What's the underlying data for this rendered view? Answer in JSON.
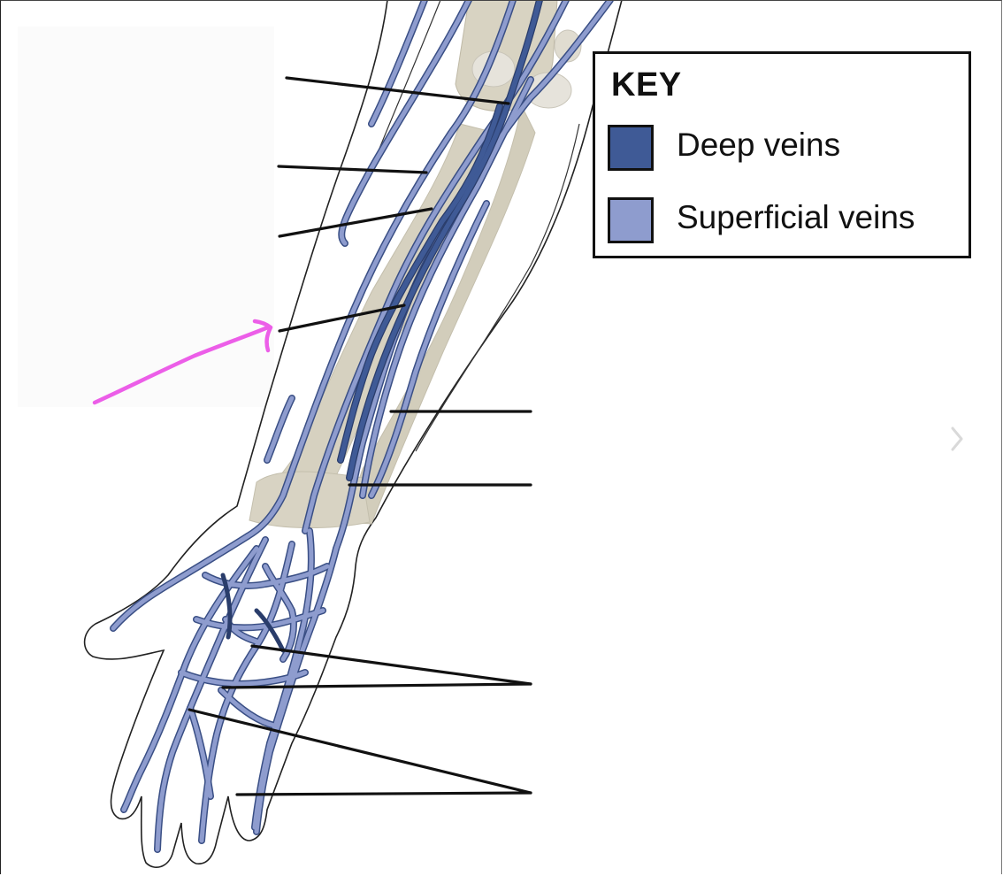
{
  "key": {
    "title": "KEY",
    "items": [
      {
        "label": "Deep veins",
        "color": "#3f5a96"
      },
      {
        "label": "Superficial veins",
        "color": "#8e9cce"
      }
    ]
  },
  "colors": {
    "deep_vein": "#3f5a96",
    "superficial_vein": "#8e9cce",
    "vein_outline": "#3a4f85",
    "bone": "#d6d1c0",
    "annotation_arrow": "#ec5ee8",
    "leader_line": "#111111"
  },
  "icons": {
    "next_slide": "chevron-right-icon",
    "annotation": "hand-drawn-arrow-icon"
  }
}
